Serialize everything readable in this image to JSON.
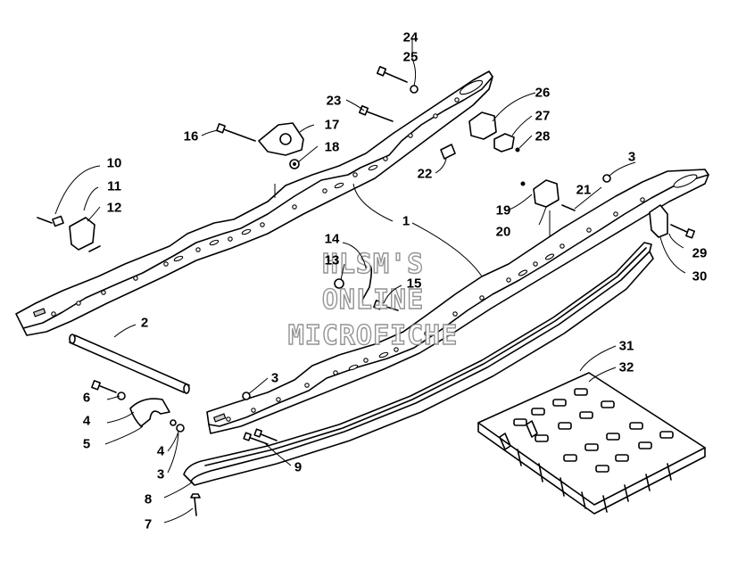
{
  "callouts": [
    {
      "n": "1"
    },
    {
      "n": "2"
    },
    {
      "n": "3"
    },
    {
      "n": "3"
    },
    {
      "n": "3"
    },
    {
      "n": "4"
    },
    {
      "n": "4"
    },
    {
      "n": "5"
    },
    {
      "n": "6"
    },
    {
      "n": "7"
    },
    {
      "n": "8"
    },
    {
      "n": "9"
    },
    {
      "n": "10"
    },
    {
      "n": "11"
    },
    {
      "n": "12"
    },
    {
      "n": "13"
    },
    {
      "n": "14"
    },
    {
      "n": "15"
    },
    {
      "n": "16"
    },
    {
      "n": "17"
    },
    {
      "n": "18"
    },
    {
      "n": "19"
    },
    {
      "n": "20"
    },
    {
      "n": "21"
    },
    {
      "n": "22"
    },
    {
      "n": "23"
    },
    {
      "n": "24"
    },
    {
      "n": "25"
    },
    {
      "n": "26"
    },
    {
      "n": "27"
    },
    {
      "n": "28"
    },
    {
      "n": "29"
    },
    {
      "n": "30"
    },
    {
      "n": "31"
    },
    {
      "n": "32"
    }
  ],
  "watermark": {
    "line1": "HLSM'S",
    "line2": "ONLINE",
    "line3": "MICROFICHE"
  }
}
